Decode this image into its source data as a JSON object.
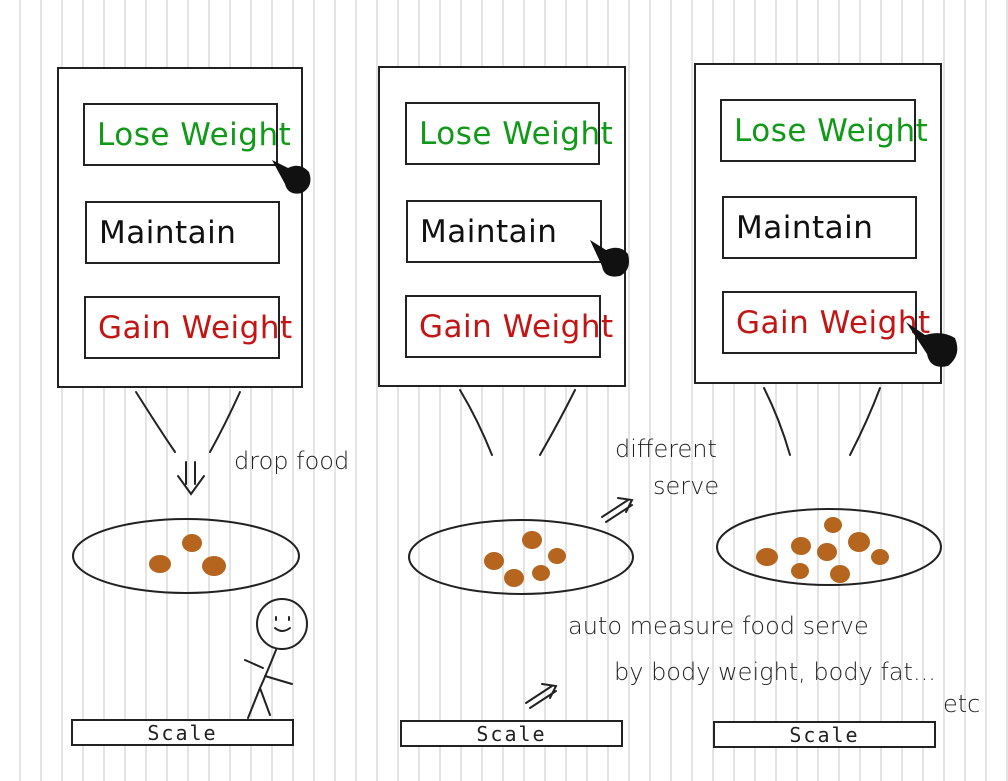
{
  "panels": [
    {
      "options": [
        {
          "label": "Lose Weight",
          "color": "#109a18"
        },
        {
          "label": "Maintain",
          "color": "#111111"
        },
        {
          "label": "Gain Weight",
          "color": "#c41515"
        }
      ],
      "selected": "Lose Weight"
    },
    {
      "options": [
        {
          "label": "Lose Weight",
          "color": "#109a18"
        },
        {
          "label": "Maintain",
          "color": "#111111"
        },
        {
          "label": "Gain Weight",
          "color": "#c41515"
        }
      ],
      "selected": "Maintain"
    },
    {
      "options": [
        {
          "label": "Lose Weight",
          "color": "#109a18"
        },
        {
          "label": "Maintain",
          "color": "#111111"
        },
        {
          "label": "Gain Weight",
          "color": "#c41515"
        }
      ],
      "selected": "Gain Weight"
    }
  ],
  "notes": {
    "drop_food": "drop food",
    "different_line1": "different",
    "different_line2": "serve",
    "auto_line1": "auto measure  food serve",
    "auto_line2": "by body weight, body fat...",
    "auto_line3": "etc"
  },
  "scales": [
    "Scale",
    "Scale",
    "Scale"
  ],
  "colors": {
    "food": "#b5651d",
    "outline": "#222222"
  }
}
